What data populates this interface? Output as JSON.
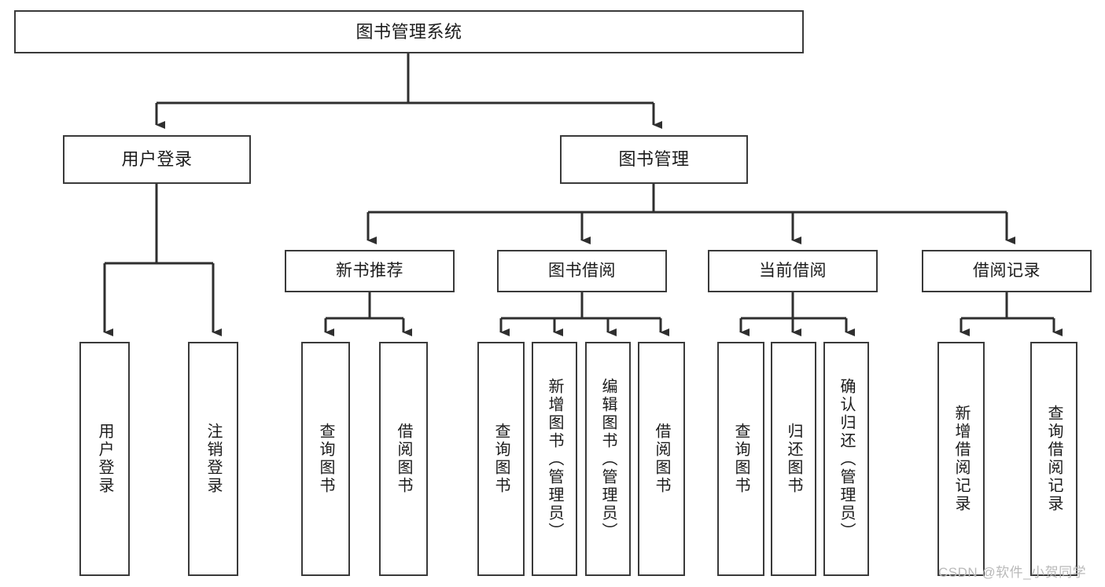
{
  "diagram": {
    "type": "tree",
    "title": "图书管理系统",
    "root": {
      "label": "图书管理系统"
    },
    "level2": [
      {
        "id": "user-login",
        "label": "用户登录"
      },
      {
        "id": "book-manage",
        "label": "图书管理"
      }
    ],
    "level3": [
      {
        "id": "new-book-recommend",
        "label": "新书推荐",
        "parent": "book-manage"
      },
      {
        "id": "book-borrow",
        "label": "图书借阅",
        "parent": "book-manage"
      },
      {
        "id": "current-borrow",
        "label": "当前借阅",
        "parent": "book-manage"
      },
      {
        "id": "borrow-record",
        "label": "借阅记录",
        "parent": "book-manage"
      }
    ],
    "leaves": [
      {
        "id": "leaf-user-login",
        "label": "用户登录",
        "parent": "user-login"
      },
      {
        "id": "leaf-logout-login",
        "label": "注销登录",
        "parent": "user-login"
      },
      {
        "id": "leaf-query-book-1",
        "label": "查询图书",
        "parent": "new-book-recommend"
      },
      {
        "id": "leaf-borrow-book-1",
        "label": "借阅图书",
        "parent": "new-book-recommend"
      },
      {
        "id": "leaf-query-book-2",
        "label": "查询图书",
        "parent": "book-borrow"
      },
      {
        "id": "leaf-add-book",
        "label": "新增图书（管理员）",
        "parent": "book-borrow"
      },
      {
        "id": "leaf-edit-book",
        "label": "编辑图书（管理员）",
        "parent": "book-borrow"
      },
      {
        "id": "leaf-borrow-book-2",
        "label": "借阅图书",
        "parent": "book-borrow"
      },
      {
        "id": "leaf-query-book-3",
        "label": "查询图书",
        "parent": "current-borrow"
      },
      {
        "id": "leaf-return-book",
        "label": "归还图书",
        "parent": "current-borrow"
      },
      {
        "id": "leaf-confirm-return",
        "label": "确认归还（管理员）",
        "parent": "current-borrow"
      },
      {
        "id": "leaf-add-record",
        "label": "新增借阅记录",
        "parent": "borrow-record"
      },
      {
        "id": "leaf-query-record",
        "label": "查询借阅记录",
        "parent": "borrow-record"
      }
    ],
    "colors": {
      "box_border": "#3a3a3a",
      "box_fill": "#ffffff",
      "connector": "#2f2f2f",
      "text": "#1b1b1b",
      "watermark": "#b9b9b9"
    }
  },
  "watermark": {
    "text": "CSDN @软件_小贺同学"
  }
}
